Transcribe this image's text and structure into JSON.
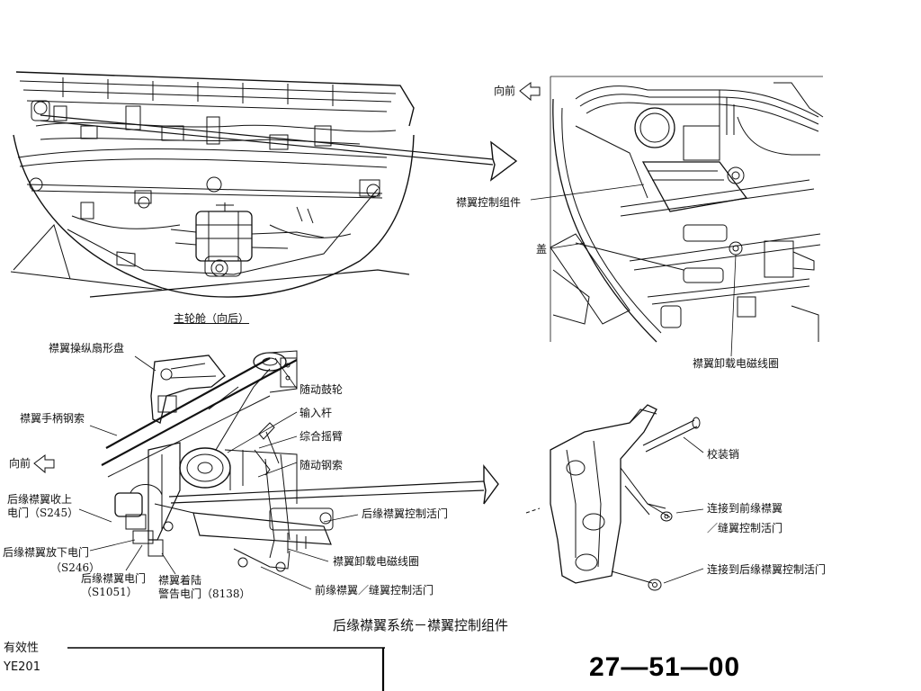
{
  "figure": {
    "caption": "后缘襟翼系统－襟翼控制组件",
    "top_left_view_label": "主轮舱（向后）",
    "labels": {
      "forward_top": "向前",
      "flap_control_unit": "襟翼控制组件",
      "cover": "盖",
      "flap_unload_solenoid_top": "襟翼卸载电磁线圈",
      "flap_quadrant": "襟翼操纵扇形盘",
      "follow_up_drum": "随动鼓轮",
      "input_rod": "输入杆",
      "summing_lever": "综合摇臂",
      "follow_up_cable": "随动钢索",
      "flap_handle_cable": "襟翼手柄钢索",
      "forward_bottom": "向前",
      "te_flap_up_switch": "后缘襟翼收上\n电门（S245）",
      "te_flap_control_valve": "后缘襟翼控制活门",
      "te_flap_down_switch": "后缘襟翼放下电门",
      "s246": "（S246）",
      "flap_unload_solenoid_bottom": "襟翼卸载电磁线圈",
      "te_flap_switch": "后缘襟翼电门\n（S1051）",
      "landing_warning_switch": "襟翼着陆\n警告电门（8138）",
      "le_slat_control_valve": "前缘襟翼／缝翼控制活门",
      "rig_pin": "校装销",
      "to_le_flap": "连接到前缘襟翼",
      "slat_control_valve": "／缝翼控制活门",
      "to_te_flap_valve": "连接到后缘襟翼控制活门"
    }
  },
  "footer": {
    "effectivity_title": "有效性",
    "effectivity_code": "YE201",
    "page_number": "27—51—00"
  }
}
